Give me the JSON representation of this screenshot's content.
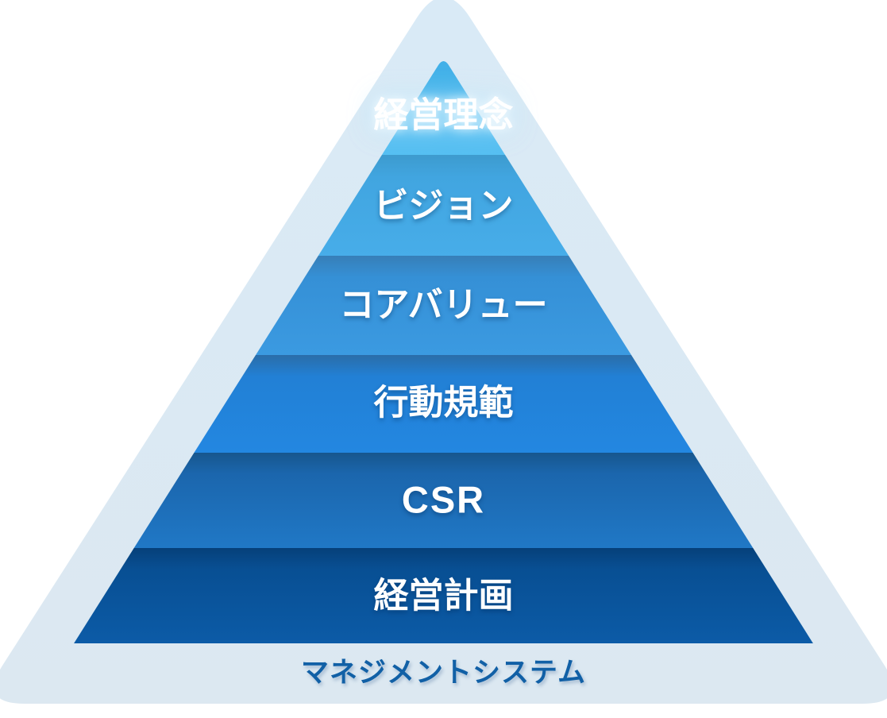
{
  "diagram": {
    "type": "pyramid",
    "label_text_color": "#ffffff",
    "frame": {
      "fill_top": "#d9eaf6",
      "fill_bottom": "#dce8f1"
    },
    "levels": [
      {
        "label": "経営理念",
        "fill_top": "#41b0e8",
        "fill_mid": "#46b4ea",
        "fill_bottom": "#55bff2"
      },
      {
        "label": "ビジョン",
        "fill_top": "#3d9bce",
        "fill_mid": "#41a5e0",
        "fill_bottom": "#47ade9"
      },
      {
        "label": "コアバリュー",
        "fill_top": "#377fb8",
        "fill_mid": "#3590d6",
        "fill_bottom": "#3b9ae1"
      },
      {
        "label": "行動規範",
        "fill_top": "#2a6da9",
        "fill_mid": "#2280d5",
        "fill_bottom": "#2387e1"
      },
      {
        "label": "CSR",
        "fill_top": "#17568d",
        "fill_mid": "#1b66ad",
        "fill_bottom": "#2078c6"
      },
      {
        "label": "経営計画",
        "fill_top": "#06407a",
        "fill_mid": "#084f93",
        "fill_bottom": "#0c5ba7"
      }
    ],
    "base_caption": {
      "label": "マネジメントシステム",
      "text_color": "#1160a6"
    }
  }
}
